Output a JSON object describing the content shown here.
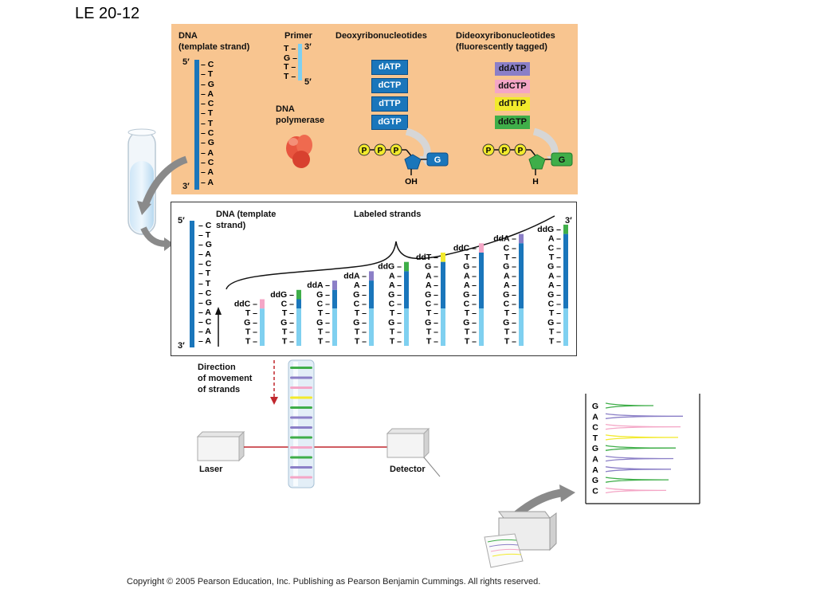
{
  "slide_title": "LE 20-12",
  "top_panel": {
    "dna_label": "DNA",
    "dna_sublabel": "(template strand)",
    "five_prime": "5′",
    "three_prime": "3′",
    "template_bases": [
      "C",
      "T",
      "G",
      "A",
      "C",
      "T",
      "T",
      "C",
      "G",
      "A",
      "C",
      "A",
      "A"
    ],
    "primer_label": "Primer",
    "primer_bases": [
      "T",
      "G",
      "T",
      "T"
    ],
    "primer_three": "3′",
    "primer_five": "5′",
    "polymerase_label_1": "DNA",
    "polymerase_label_2": "polymerase",
    "deoxy_label": "Deoxyribonucleotides",
    "deoxy_items": [
      "dATP",
      "dCTP",
      "dTTP",
      "dGTP"
    ],
    "dideoxy_label_1": "Dideoxyribonucleotides",
    "dideoxy_label_2": "(fluorescently tagged)",
    "dideoxy_items": [
      "ddATP",
      "ddCTP",
      "ddTTP",
      "ddGTP"
    ],
    "phosphate": "P",
    "base_g": "G",
    "oh_label": "OH",
    "h_label": "H"
  },
  "mid_panel": {
    "dna_label_1": "DNA (template",
    "dna_label_2": "strand)",
    "five_prime": "5′",
    "three_prime": "3′",
    "template_bases": [
      "C",
      "T",
      "G",
      "A",
      "C",
      "T",
      "T",
      "C",
      "G",
      "A",
      "C",
      "A",
      "A"
    ],
    "labeled_strands": "Labeled strands",
    "strand_top_three": "3′",
    "strands": [
      {
        "terminator": "ddC",
        "bases": [
          "T",
          "G",
          "T",
          "T"
        ]
      },
      {
        "terminator": "ddG",
        "bases": [
          "C",
          "T",
          "G",
          "T",
          "T"
        ]
      },
      {
        "terminator": "ddA",
        "bases": [
          "G",
          "C",
          "T",
          "G",
          "T",
          "T"
        ]
      },
      {
        "terminator": "ddA",
        "bases": [
          "A",
          "G",
          "C",
          "T",
          "G",
          "T",
          "T"
        ]
      },
      {
        "terminator": "ddG",
        "bases": [
          "A",
          "A",
          "G",
          "C",
          "T",
          "G",
          "T",
          "T"
        ]
      },
      {
        "terminator": "ddT",
        "bases": [
          "G",
          "A",
          "A",
          "G",
          "C",
          "T",
          "G",
          "T",
          "T"
        ]
      },
      {
        "terminator": "ddC",
        "bases": [
          "T",
          "G",
          "A",
          "A",
          "G",
          "C",
          "T",
          "G",
          "T",
          "T"
        ]
      },
      {
        "terminator": "ddA",
        "bases": [
          "C",
          "T",
          "G",
          "A",
          "A",
          "G",
          "C",
          "T",
          "G",
          "T",
          "T"
        ]
      },
      {
        "terminator": "ddG",
        "bases": [
          "A",
          "C",
          "T",
          "G",
          "A",
          "A",
          "G",
          "C",
          "T",
          "G",
          "T",
          "T"
        ]
      }
    ]
  },
  "bottom": {
    "direction_1": "Direction",
    "direction_2": "of movement",
    "direction_3": "of strands",
    "laser": "Laser",
    "detector": "Detector",
    "readout_bases": [
      "G",
      "A",
      "C",
      "T",
      "G",
      "A",
      "A",
      "G",
      "C"
    ]
  },
  "colors": {
    "A": "#8b7fc7",
    "C": "#f4a6c6",
    "T": "#f2ea2c",
    "G": "#3fae49",
    "template": "#1a76bb",
    "primer": "#7fd0f0",
    "panel": "#f8c590"
  },
  "copyright": "Copyright ©  2005 Pearson Education, Inc. Publishing as Pearson Benjamin Cummings. All rights reserved."
}
